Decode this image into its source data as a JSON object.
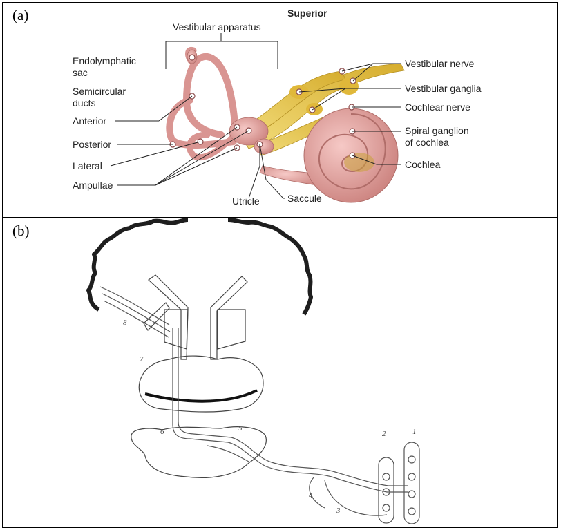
{
  "panel_a": {
    "label": "(a)",
    "orientation": "Superior",
    "labels": {
      "vestibular_apparatus": "Vestibular apparatus",
      "endolymphatic_1": "Endolymphatic",
      "endolymphatic_2": "sac",
      "semicircular_1": "Semicircular",
      "semicircular_2": "ducts",
      "anterior": "Anterior",
      "posterior": "Posterior",
      "lateral": "Lateral",
      "ampullae": "Ampullae",
      "utricle": "Utricle",
      "saccule": "Saccule",
      "vestibular_nerve": "Vestibular nerve",
      "vestibular_ganglia": "Vestibular ganglia",
      "cochlear_nerve": "Cochlear nerve",
      "spiral_1": "Spiral ganglion",
      "spiral_2": "of cochlea",
      "cochlea": "Cochlea"
    }
  },
  "panel_b": {
    "label": "(b)",
    "numbers": {
      "n1": "1",
      "n2": "2",
      "n3": "3",
      "n4": "4",
      "n5": "5",
      "n6": "6",
      "n7": "7",
      "n8": "8"
    }
  },
  "colors": {
    "membrane": "#e8a7a3",
    "membrane_dark": "#c47d79",
    "nerve": "#e9c84a",
    "nerve_dark": "#c9a62b",
    "line_art": "#2a2a2a"
  }
}
